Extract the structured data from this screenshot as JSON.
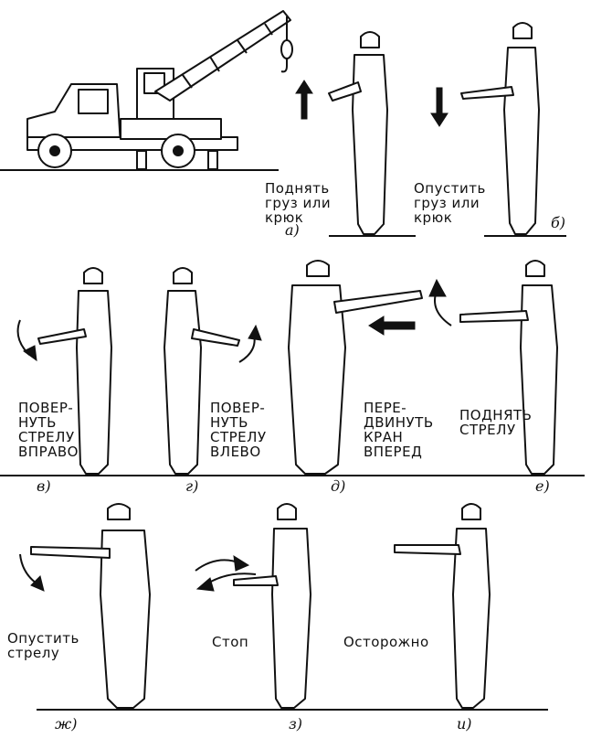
{
  "panels": [
    {
      "id": "a",
      "caption": "а)",
      "label": "Поднять\nгруз или\nкрюк"
    },
    {
      "id": "b",
      "caption": "б)",
      "label": "Опустить\nгруз или\nкрюк"
    },
    {
      "id": "v",
      "caption": "в)",
      "label": "Повер-\nнуть\nстрелу\nвправо"
    },
    {
      "id": "g",
      "caption": "г)",
      "label": "Повер-\nнуть\nстрелу\nвлево"
    },
    {
      "id": "d",
      "caption": "д)",
      "label": "Пере-\nдвинуть\nкран\nвперед"
    },
    {
      "id": "e",
      "caption": "е)",
      "label": "Поднять\nстрелу"
    },
    {
      "id": "zh",
      "caption": "ж)",
      "label": "Опустить\nстрелу"
    },
    {
      "id": "z",
      "caption": "з)",
      "label": "Стоп"
    },
    {
      "id": "i",
      "caption": "и)",
      "label": "Осторожно"
    }
  ]
}
